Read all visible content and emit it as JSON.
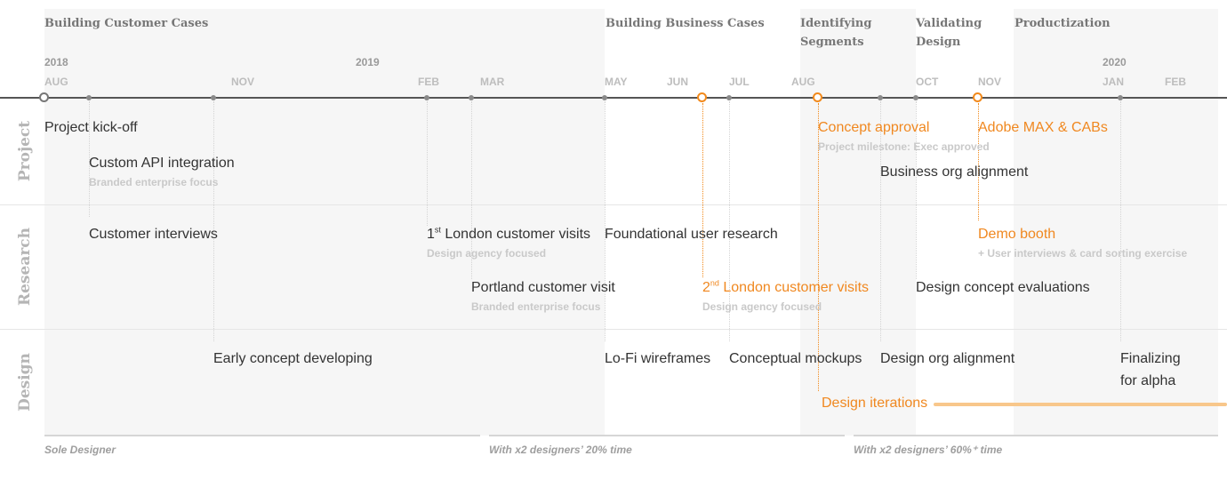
{
  "phases": [
    {
      "label": "Building Customer Cases"
    },
    {
      "label": "Building Business Cases"
    },
    {
      "label": "Identifying\nSegments"
    },
    {
      "label": "Validating\nDesign"
    },
    {
      "label": "Productization"
    }
  ],
  "years": [
    "2018",
    "2019",
    "2020"
  ],
  "months": [
    "AUG",
    "NOV",
    "FEB",
    "MAR",
    "MAY",
    "JUN",
    "JUL",
    "AUG",
    "OCT",
    "NOV",
    "JAN",
    "FEB"
  ],
  "rows": [
    "Project",
    "Research",
    "Design"
  ],
  "events": {
    "project_kickoff": "Project kick-off",
    "custom_api": "Custom API integration",
    "custom_api_sub": "Branded enterprise focus",
    "concept_approval": "Concept approval",
    "concept_approval_sub": "Project milestone: Exec approved",
    "adobe_max": "Adobe MAX & CABs",
    "business_org": "Business org alignment",
    "customer_interviews": "Customer interviews",
    "london1_sup": "st",
    "london1_num": "1",
    "london1": "London customer visits",
    "london1_sub": "Design agency focused",
    "foundational": "Foundational user research",
    "demo_booth": "Demo booth",
    "demo_booth_sub": "+ User  interviews & card sorting exercise",
    "portland": "Portland customer visit",
    "portland_sub": "Branded enterprise focus",
    "london2_num": "2",
    "london2_sup": "nd",
    "london2": "London customer visits",
    "london2_sub": "Design agency focused",
    "design_concept_eval": "Design concept evaluations",
    "early_concept": "Early concept developing",
    "lofi": "Lo-Fi wireframes",
    "conceptual_mockups": "Conceptual mockups",
    "design_org": "Design org alignment",
    "finalizing": "Finalizing\nfor alpha",
    "design_iterations": "Design iterations"
  },
  "team": [
    "Sole Designer",
    "With x2 designers’ 20% time",
    "With x2 designers’ 60%⁺ time"
  ],
  "colors": {
    "accent": "#f08820",
    "axis": "#555555",
    "band": "#f6f6f6",
    "muted": "#c9c9c9"
  }
}
